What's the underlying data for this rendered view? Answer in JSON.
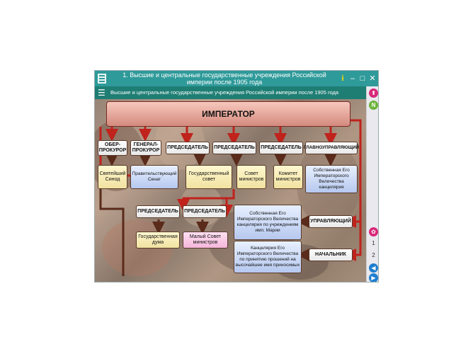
{
  "window": {
    "title": "1. Высшие и центральные государственные учреждения Российской империи после 1905 года"
  },
  "toolbar": {
    "title": "Высшие и центральные государственные учреждения Российской империи после 1905 года"
  },
  "controls": {
    "info": "i",
    "minimize": "–",
    "maximize": "□",
    "close": "✕"
  },
  "side": {
    "pages": [
      "1",
      "2"
    ],
    "top_badge": "N"
  },
  "diagram": {
    "emperor": "ИМПЕРАТОР",
    "ober": "ОБЕР-ПРОКУРОР",
    "general": "ГЕНЕРАЛ-ПРОКУРОР",
    "pred1": "ПРЕДСЕДАТЕЛЬ",
    "pred2": "ПРЕДСЕДАТЕЛЬ",
    "pred3": "ПРЕДСЕДАТЕЛЬ",
    "glavno": "ГЛАВНОУПРАВЛЯЮЩИЙ",
    "synod": "Святейший Синод",
    "senate": "Правительствующий Сенат",
    "gossovet": "Государственный совет",
    "sovmin": "Совет министров",
    "komitet": "Комитет министров",
    "kanc1": "Собственная Его Императорского Величества канцелярия",
    "pred4": "ПРЕДСЕДАТЕЛЬ",
    "pred5": "ПРЕДСЕДАТЕЛЬ",
    "duma": "Государственная дума",
    "malyi": "Малый Совет министров",
    "kanc2": "Собственная Его Императорского Величества канцелярия по учреждениям имп. Марии",
    "upravl": "УПРАВЛЯЮЩИЙ",
    "kanc3": "Канцелярия Его Императорского Величества по принятию прошений на высочайшее имя приносимых",
    "nachalnik": "НАЧАЛЬНИК"
  },
  "colors": {
    "titlebar": "#2f9a9a",
    "toolbar": "#1f7e74",
    "arrow": "#c0221c"
  }
}
